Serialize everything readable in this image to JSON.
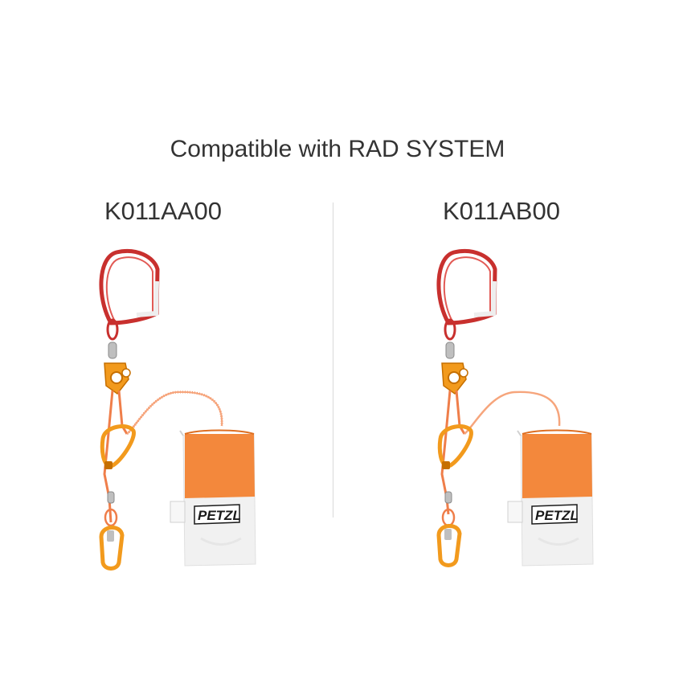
{
  "title": "Compatible with RAD SYSTEM",
  "products": [
    {
      "code": "K011AA00",
      "bag_brand": "PETZL"
    },
    {
      "code": "K011AB00",
      "bag_brand": "PETZL"
    }
  ],
  "colors": {
    "text": "#333333",
    "divider": "#d9d9d9",
    "sling": "#c8302e",
    "rope": "#ef7e4a",
    "bag_orange": "#f3883c",
    "bag_white": "#f1f1f1",
    "metal_orange": "#f29a1d"
  }
}
